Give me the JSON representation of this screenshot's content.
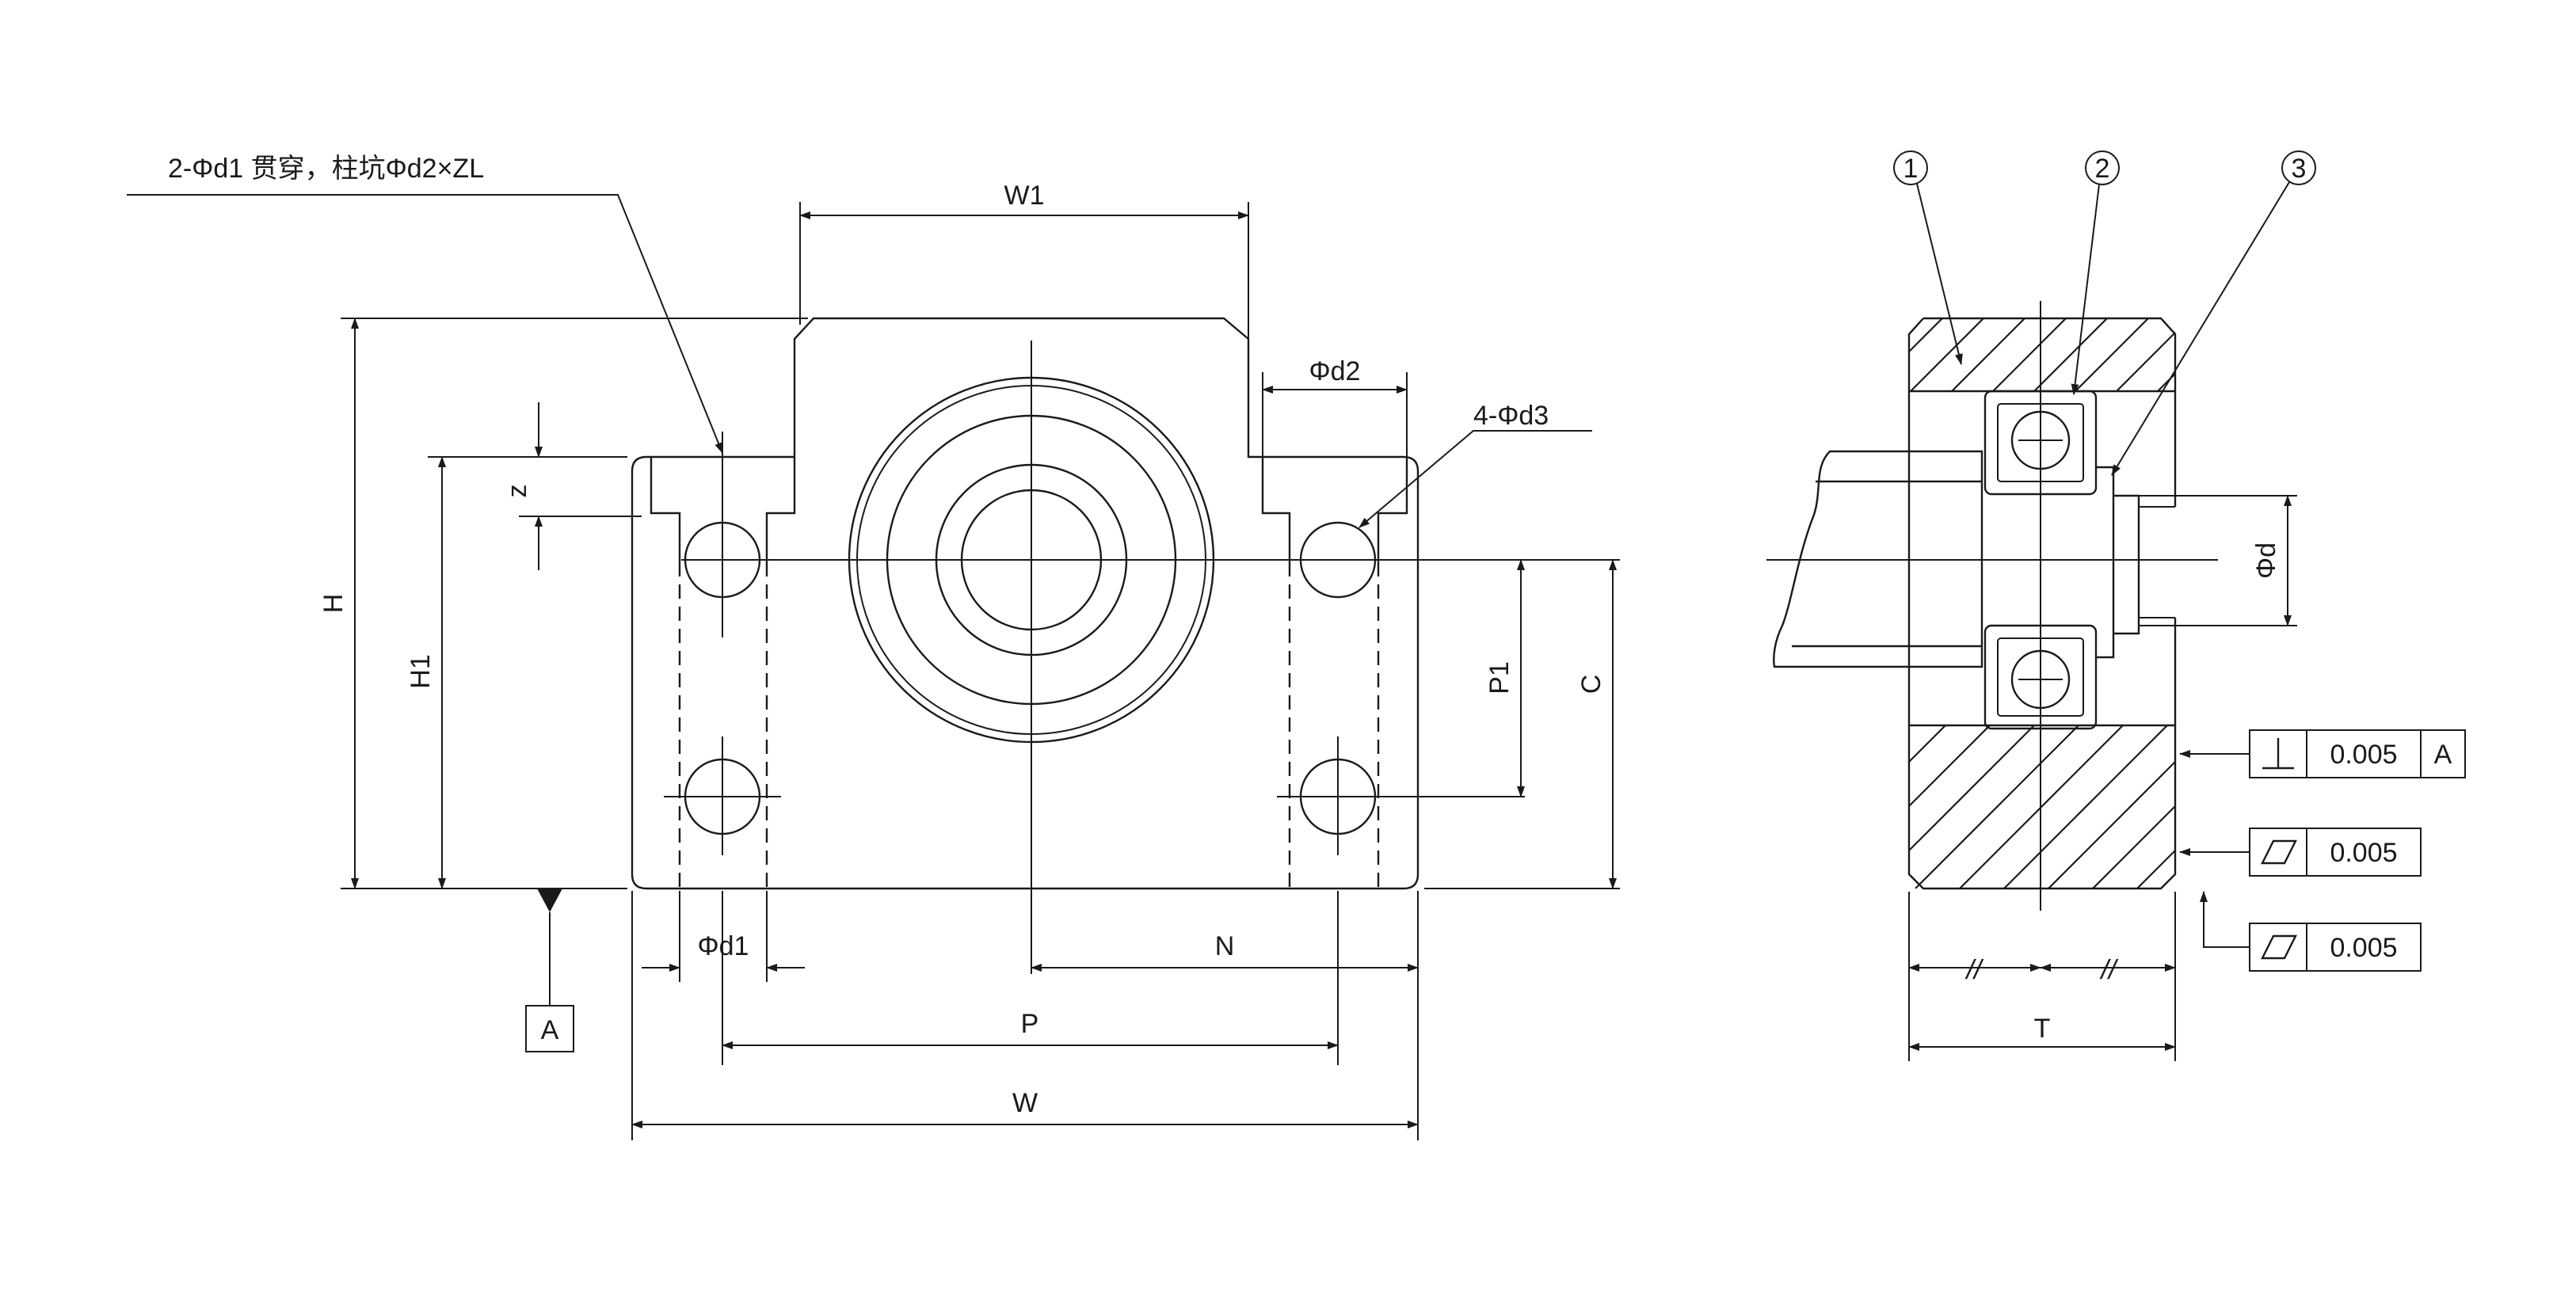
{
  "callouts": {
    "holes_through": "2-Φd1 贯穿，柱坑Φd2×ZL",
    "holes_tapped": "4-Φd3"
  },
  "dimensions": {
    "W1": "W1",
    "W": "W",
    "P": "P",
    "N": "N",
    "H": "H",
    "H1": "H1",
    "Z": "z",
    "P1": "P1",
    "C": "C",
    "phi_d1": "Φd1",
    "phi_d2": "Φd2",
    "phi_d": "Φd",
    "T": "T",
    "parallel_mark": "//"
  },
  "datum": {
    "label": "A"
  },
  "balloons": [
    "1",
    "2",
    "3"
  ],
  "tolerances": [
    {
      "symbol": "perpendicularity",
      "value": "0.005",
      "datum": "A"
    },
    {
      "symbol": "flatness",
      "value": "0.005",
      "datum": ""
    },
    {
      "symbol": "flatness",
      "value": "0.005",
      "datum": ""
    }
  ]
}
